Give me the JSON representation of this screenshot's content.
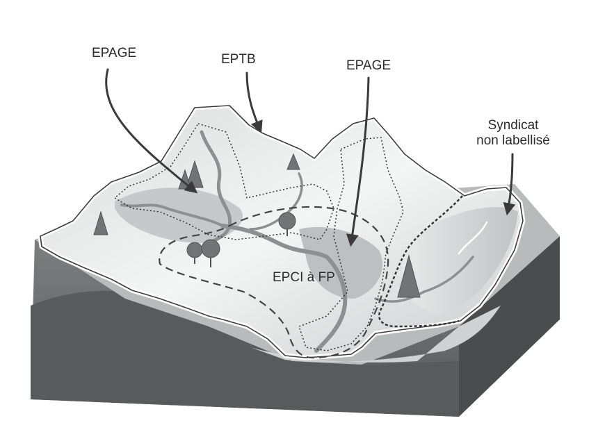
{
  "diagram": {
    "labels": {
      "epage_left": "EPAGE",
      "eptb": "EPTB",
      "epage_right": "EPAGE",
      "syndicat_line1": "Syndicat",
      "syndicat_line2": "non labellisé",
      "epci": "EPCI à FP"
    },
    "colors": {
      "ground_front": "#5f6364",
      "ground_side": "#4c4f50",
      "plateau": "#b8bcbc",
      "valley": "#e6e8e8",
      "mountain_light": "#f2f3f3",
      "river": "#8d9192",
      "outline": "#3a3a3a",
      "tree": "#6e7272"
    }
  }
}
